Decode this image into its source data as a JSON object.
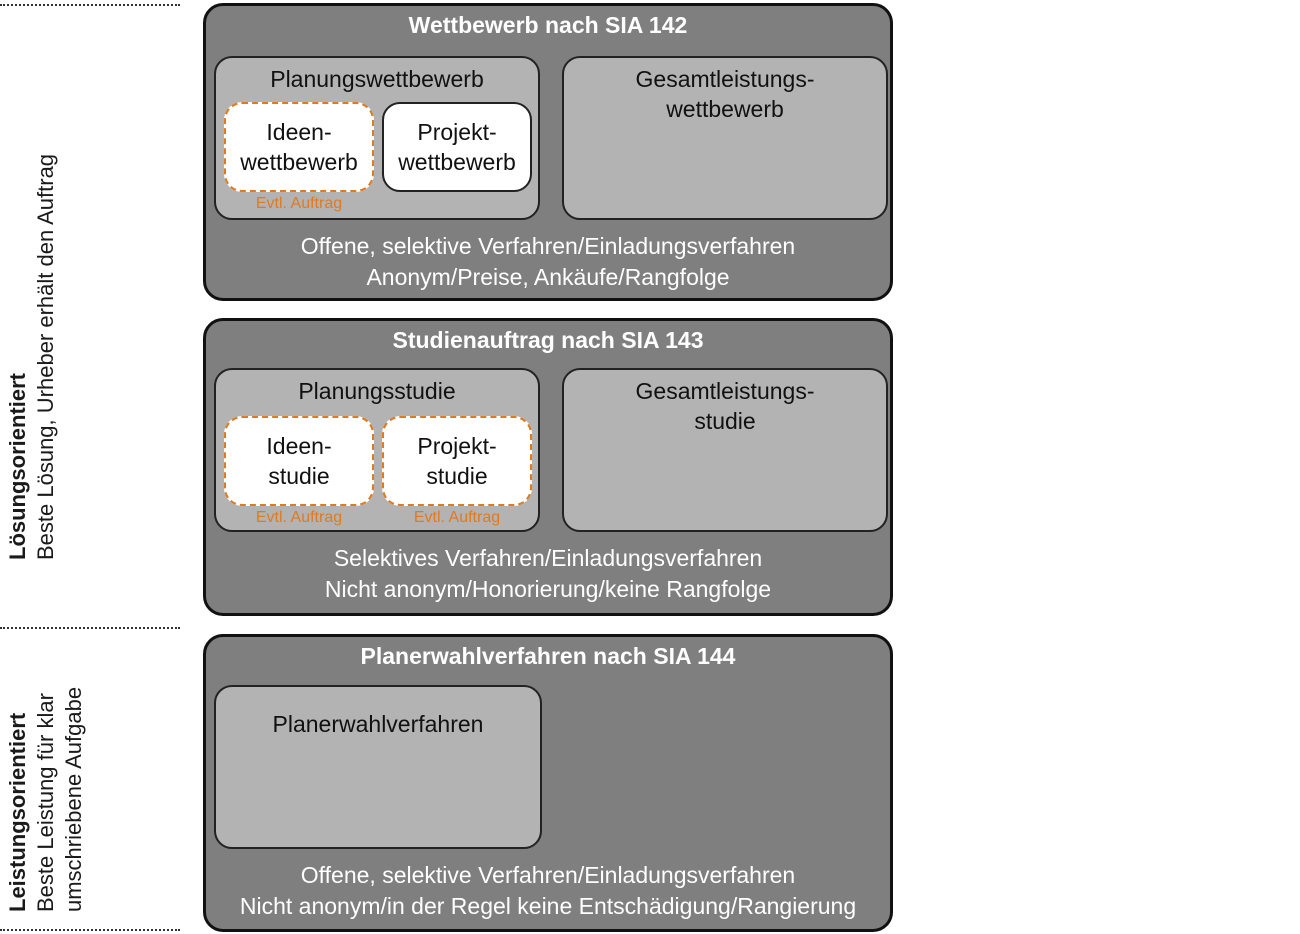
{
  "side_labels": {
    "upper": {
      "bold": "Lösungsorientiert",
      "normal": [
        "Beste Lösung, Urheber erhält den Auftrag"
      ]
    },
    "lower": {
      "bold": "Leistungsorientiert",
      "normal": [
        "Beste Leistung für klar",
        "umschriebene Aufgabe"
      ]
    }
  },
  "sections": {
    "wettbewerb": {
      "title": "Wettbewerb nach SIA 142",
      "group_left": {
        "title": "Planungswettbewerb",
        "leaf_left": [
          "Ideen-",
          "wettbewerb"
        ],
        "leaf_right": [
          "Projekt-",
          "wettbewerb"
        ],
        "note_left": "Evtl. Auftrag"
      },
      "group_right": {
        "title": [
          "Gesamtleistungs-",
          "wettbewerb"
        ]
      },
      "desc": [
        "Offene, selektive Verfahren/Einladungsverfahren",
        "Anonym/Preise, Ankäufe/Rangfolge"
      ]
    },
    "studienauftrag": {
      "title": "Studienauftrag nach SIA 143",
      "group_left": {
        "title": "Planungsstudie",
        "leaf_left": [
          "Ideen-",
          "studie"
        ],
        "leaf_right": [
          "Projekt-",
          "studie"
        ],
        "note_left": "Evtl.  Auftrag",
        "note_right": "Evtl.  Auftrag"
      },
      "group_right": {
        "title": [
          "Gesamtleistungs-",
          "studie"
        ]
      },
      "desc": [
        "Selektives Verfahren/Einladungsverfahren",
        "Nicht anonym/Honorierung/keine Rangfolge"
      ]
    },
    "planerwahl": {
      "title": "Planerwahlverfahren nach SIA 144",
      "group_left": {
        "title": "Planerwahlverfahren"
      },
      "desc": [
        "Offene, selektive Verfahren/Einladungsverfahren",
        "Nicht anonym/in der Regel keine Entschädigung/Rangierung"
      ]
    }
  }
}
